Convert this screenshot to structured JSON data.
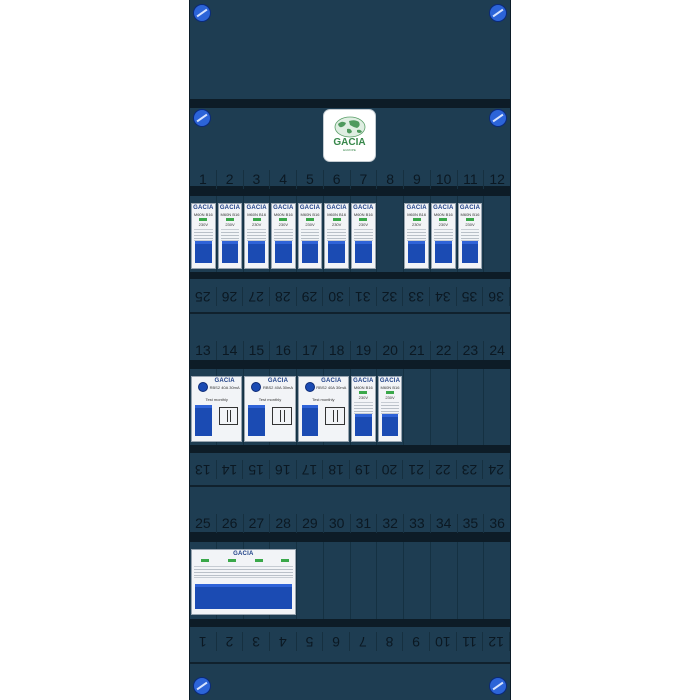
{
  "logo": {
    "name": "GACIA",
    "tagline": "EUROPE"
  },
  "rows": [
    {
      "top_numbers": [
        "1",
        "2",
        "3",
        "4",
        "5",
        "6",
        "7",
        "8",
        "9",
        "10",
        "11",
        "12"
      ],
      "bottom_numbers": [
        "36",
        "35",
        "34",
        "33",
        "32",
        "31",
        "30",
        "29",
        "28",
        "27",
        "26",
        "25"
      ]
    },
    {
      "top_numbers": [
        "13",
        "14",
        "15",
        "16",
        "17",
        "18",
        "19",
        "20",
        "21",
        "22",
        "23",
        "24"
      ],
      "bottom_numbers": [
        "24",
        "23",
        "22",
        "21",
        "20",
        "19",
        "18",
        "17",
        "16",
        "15",
        "14",
        "13"
      ]
    },
    {
      "top_numbers": [
        "25",
        "26",
        "27",
        "28",
        "29",
        "30",
        "31",
        "32",
        "33",
        "34",
        "35",
        "36"
      ],
      "bottom_numbers": [
        "12",
        "11",
        "10",
        "9",
        "8",
        "7",
        "6",
        "5",
        "4",
        "3",
        "2",
        "1"
      ]
    }
  ],
  "mcb": {
    "brand": "GACIA",
    "model": "M60N",
    "rating": "B16",
    "voltage": "230V"
  },
  "rcbo": {
    "brand": "GACIA",
    "model": "RBS2",
    "rating": "40A",
    "sensitivity": "30mA",
    "test": "Test monthly"
  },
  "main_switch": {
    "brand": "GACIA"
  },
  "colors": {
    "panel": "#1e3d52",
    "accent": "#1b4bb3",
    "indicator": "#3aa84a"
  }
}
